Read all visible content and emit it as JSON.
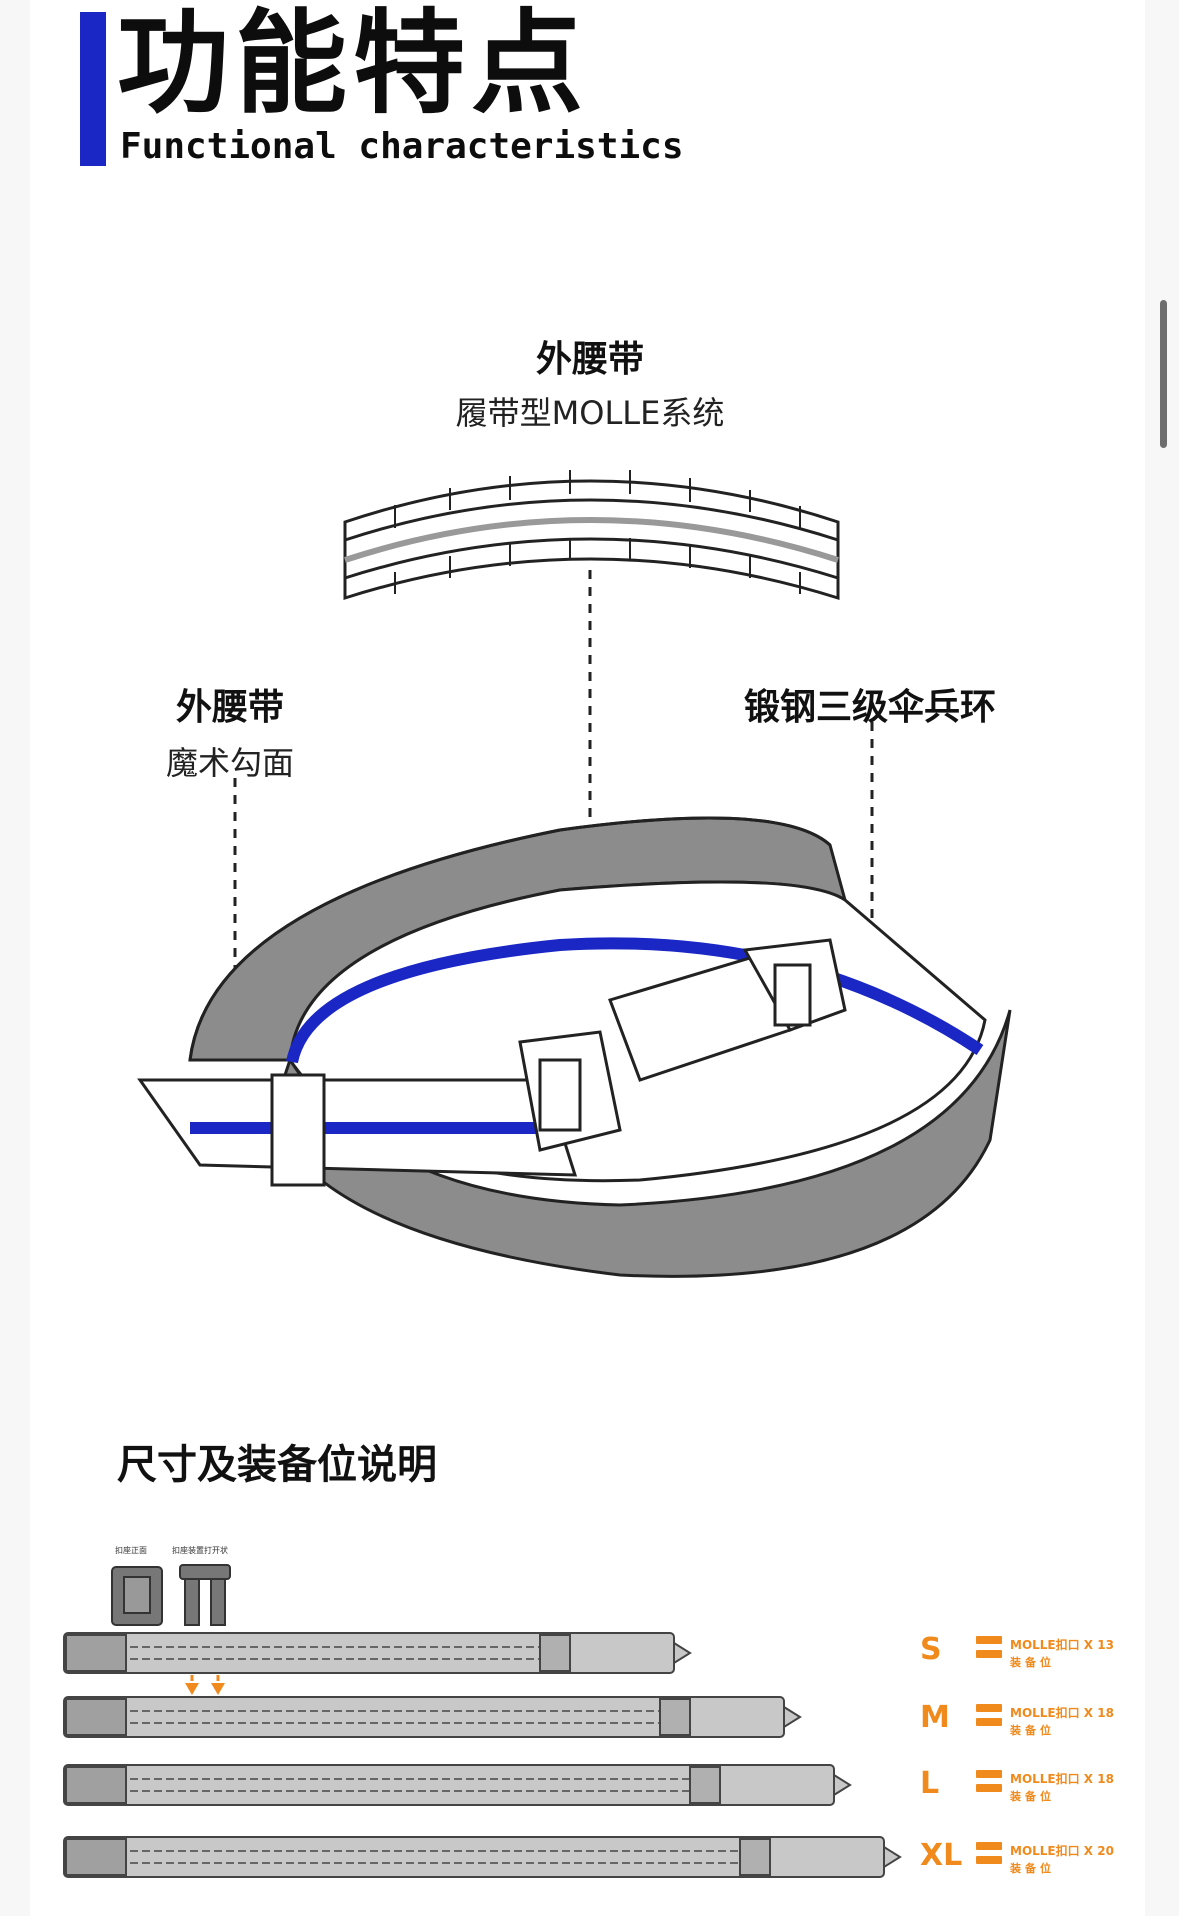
{
  "header": {
    "title_cn": "功能特点",
    "title_en": "Functional characteristics"
  },
  "callouts": {
    "top": {
      "title": "外腰带",
      "subtitle": "履带型MOLLE系统"
    },
    "left": {
      "title": "外腰带",
      "subtitle": "魔术勾面"
    },
    "right": {
      "title": "锻钢三级伞兵环"
    }
  },
  "sizes_section": {
    "title": "尺寸及装备位说明",
    "buckle_front_label": "扣座正面",
    "buckle_open_label": "扣座装置打开状",
    "rows": [
      {
        "size": "S",
        "molle": "MOLLE扣口 X 13",
        "note": "装备位"
      },
      {
        "size": "M",
        "molle": "MOLLE扣口 X 18",
        "note": "装备位"
      },
      {
        "size": "L",
        "molle": "MOLLE扣口 X 18",
        "note": "装备位"
      },
      {
        "size": "XL",
        "molle": "MOLLE扣口 X 20",
        "note": "装备位"
      }
    ]
  },
  "colors": {
    "accent_blue": "#1a27c4",
    "belt_gray": "#8c8c8c",
    "size_orange": "#f08a1c"
  }
}
